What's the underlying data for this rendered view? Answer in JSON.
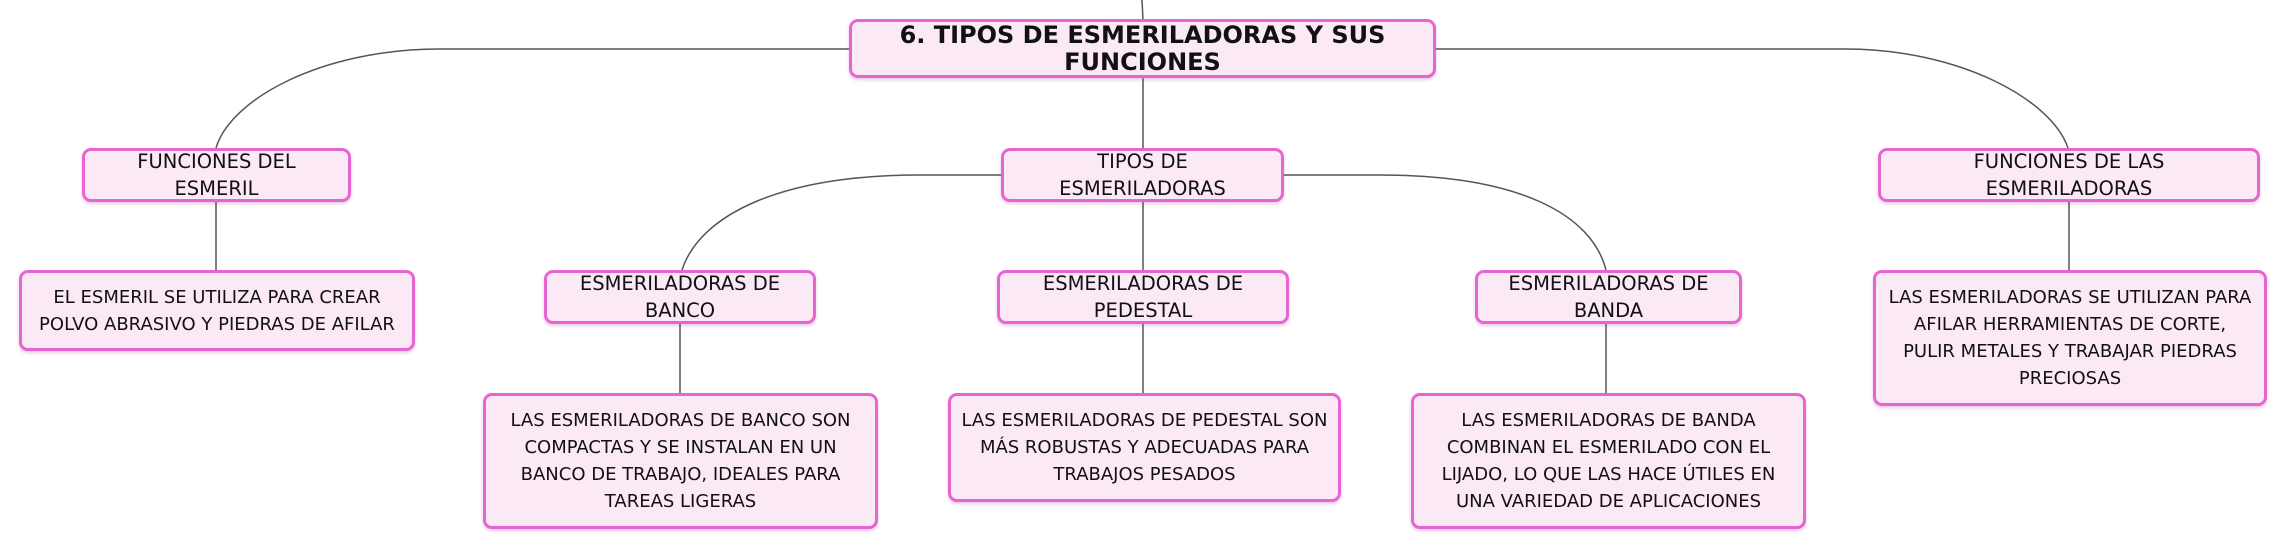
{
  "root": {
    "label": "6. TIPOS DE ESMERILADORAS Y SUS FUNCIONES"
  },
  "branches": {
    "funciones_esmeril": {
      "label": "FUNCIONES DEL ESMERIL",
      "detail": "EL ESMERIL SE UTILIZA PARA CREAR POLVO ABRASIVO Y PIEDRAS DE AFILAR"
    },
    "tipos": {
      "label": "TIPOS DE ESMERILADORAS",
      "children": {
        "banco": {
          "label": "ESMERILADORAS DE BANCO",
          "detail": "LAS ESMERILADORAS DE BANCO SON COMPACTAS Y SE INSTALAN EN UN BANCO DE TRABAJO, IDEALES PARA TAREAS LIGERAS"
        },
        "pedestal": {
          "label": "ESMERILADORAS DE PEDESTAL",
          "detail": "LAS ESMERILADORAS DE PEDESTAL SON MÁS ROBUSTAS Y ADECUADAS PARA TRABAJOS PESADOS"
        },
        "banda": {
          "label": "ESMERILADORAS DE BANDA",
          "detail": "LAS ESMERILADORAS DE BANDA COMBINAN EL ESMERILADO CON EL LIJADO, LO QUE LAS HACE ÚTILES EN UNA VARIEDAD DE APLICACIONES"
        }
      }
    },
    "funciones_esmeriladoras": {
      "label": "FUNCIONES DE LAS ESMERILADORAS",
      "detail": "LAS ESMERILADORAS SE UTILIZAN PARA AFILAR HERRAMIENTAS DE CORTE, PULIR METALES Y TRABAJAR PIEDRAS PRECIOSAS"
    }
  },
  "colors": {
    "node_fill": "#fbe9f6",
    "node_border": "#e765d2",
    "connector": "#555555",
    "text": "#111111"
  }
}
